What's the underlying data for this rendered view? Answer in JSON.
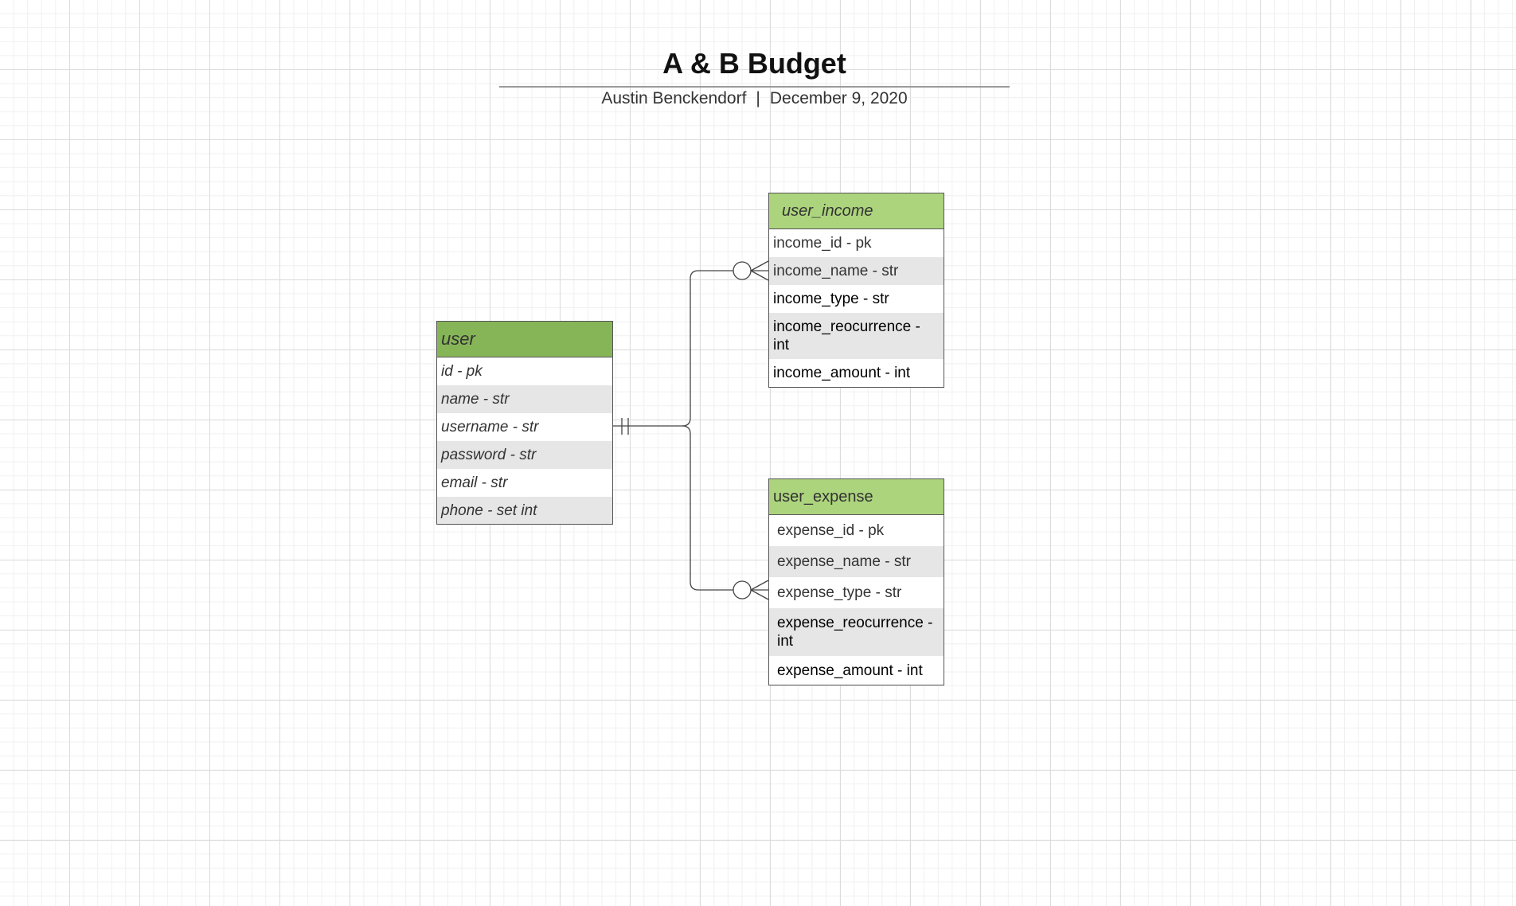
{
  "header": {
    "title": "A & B Budget",
    "author": "Austin Benckendorf",
    "separator": "|",
    "date": "December 9, 2020"
  },
  "entities": {
    "user": {
      "name": "user",
      "header_color": "#86b558",
      "fields": [
        "id - pk",
        "name - str",
        "username - str",
        "password - str",
        "email - str",
        "phone - set int"
      ]
    },
    "user_income": {
      "name": "user_income",
      "header_color": "#acd47d",
      "fields": [
        "income_id - pk",
        "income_name - str",
        "income_type - str",
        "income_reocurrence - int",
        "income_amount - int"
      ]
    },
    "user_expense": {
      "name": "user_expense",
      "header_color": "#acd47d",
      "fields": [
        "expense_id - pk",
        "expense_name - str",
        "expense_type - str",
        "expense_reocurrence - int",
        "expense_amount - int"
      ]
    }
  },
  "relationships": [
    {
      "from": "user",
      "to": "user_income",
      "from_cardinality": "one-and-only-one",
      "to_cardinality": "zero-or-many"
    },
    {
      "from": "user",
      "to": "user_expense",
      "from_cardinality": "one-and-only-one",
      "to_cardinality": "zero-or-many"
    }
  ]
}
